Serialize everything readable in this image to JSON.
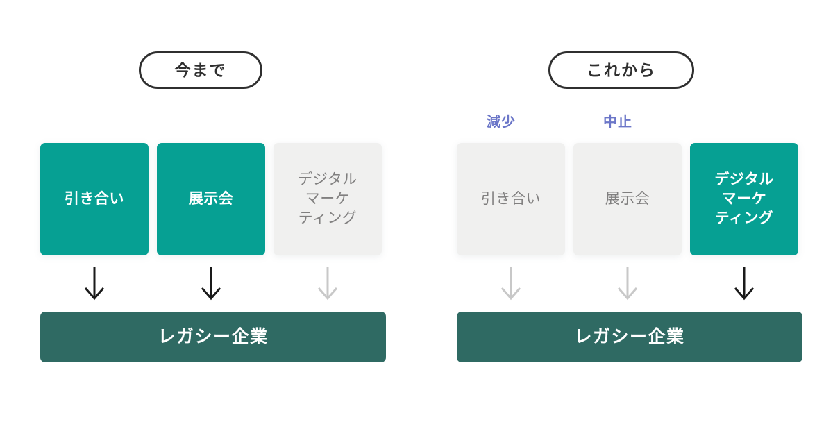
{
  "diagram": {
    "background_color": "#ffffff",
    "colors": {
      "active_teal": "#06A093",
      "destination_teal": "#2F6A63",
      "muted_gray": "#F0F0EF",
      "muted_text": "#807F7F",
      "annotation_blue": "#6B76C8",
      "outline_dark": "#2F2F2F",
      "arrow_active": "#1A1A1A",
      "arrow_muted": "#C8C8C8"
    },
    "panels": [
      {
        "id": "before",
        "heading": "今まで",
        "cards": [
          {
            "label": "引き合い",
            "state": "active",
            "arrow": "arrow-down-dark-icon"
          },
          {
            "label": "展示会",
            "state": "active",
            "arrow": "arrow-down-dark-icon"
          },
          {
            "label": "デジタル\nマーケ\nティング",
            "state": "muted",
            "arrow": "arrow-down-gray-icon"
          }
        ],
        "annotations": [
          "",
          ""
        ],
        "destination": "レガシー企業"
      },
      {
        "id": "after",
        "heading": "これから",
        "cards": [
          {
            "label": "引き合い",
            "state": "muted",
            "arrow": "arrow-down-gray-icon"
          },
          {
            "label": "展示会",
            "state": "muted",
            "arrow": "arrow-down-gray-icon"
          },
          {
            "label": "デジタル\nマーケ\nティング",
            "state": "active",
            "arrow": "arrow-down-dark-icon"
          }
        ],
        "annotations": [
          "減少",
          "中止"
        ],
        "destination": "レガシー企業"
      }
    ]
  }
}
